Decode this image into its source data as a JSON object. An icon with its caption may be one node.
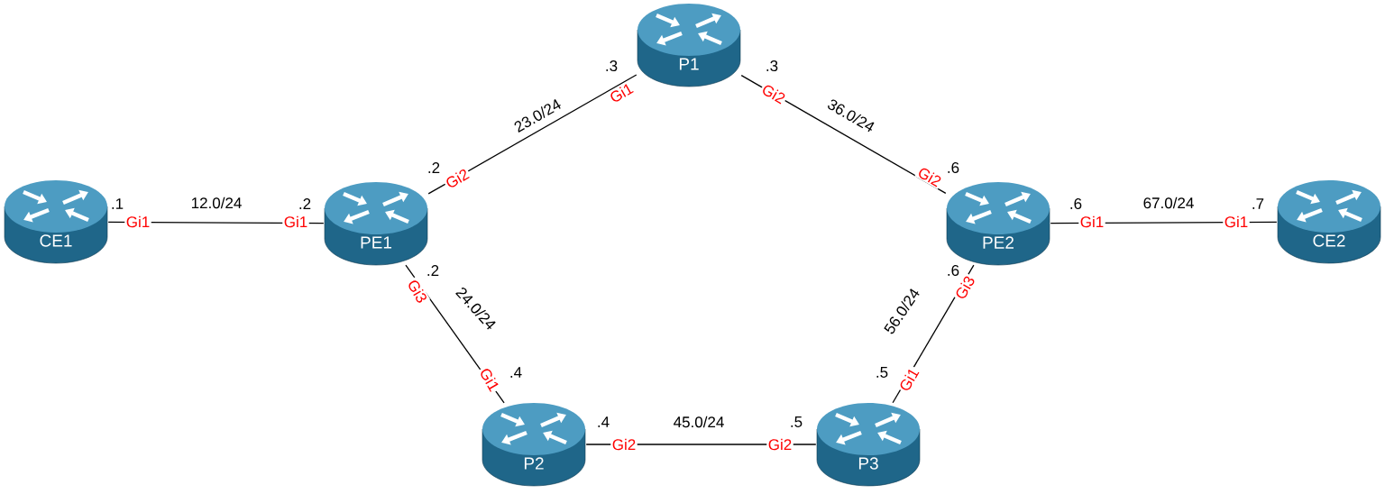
{
  "diagram": {
    "nodes": [
      {
        "text": [
          "P1"
        ]
      },
      {
        "text": [
          "CE1"
        ]
      },
      {
        "text": [
          "PE1"
        ]
      },
      {
        "text": [
          "PE2"
        ]
      },
      {
        "text": [
          "CE2"
        ]
      },
      {
        "text": [
          "P2"
        ]
      },
      {
        "text": [
          "P3"
        ]
      }
    ],
    "edges": [
      {
        "from": 1,
        "to": 2,
        "arrow": "none",
        "label": "12.0/24"
      },
      {
        "from": 2,
        "to": 0,
        "arrow": "none",
        "label": "23.0/24"
      },
      {
        "from": 0,
        "to": 3,
        "arrow": "none",
        "label": "36.0/24"
      },
      {
        "from": 3,
        "to": 4,
        "arrow": "none",
        "label": "67.0/24"
      },
      {
        "from": 2,
        "to": 5,
        "arrow": "none",
        "label": "24.0/24"
      },
      {
        "from": 3,
        "to": 6,
        "arrow": "none",
        "label": "56.0/24"
      },
      {
        "from": 5,
        "to": 6,
        "arrow": "none",
        "label": "45.0/24"
      }
    ],
    "labels": [
      ".3",
      ".3",
      "Gi1",
      "Gi2",
      ".2",
      ".6",
      "Gi2",
      "Gi2",
      ".1",
      ".2",
      ".6",
      ".7",
      "Gi1",
      "Gi1",
      "Gi1",
      "Gi1",
      ".2",
      ".6",
      "Gi3",
      "Gi3",
      ".4",
      ".5",
      "Gi1",
      "Gi1",
      ".4",
      ".5",
      "Gi2",
      "Gi2"
    ]
  }
}
